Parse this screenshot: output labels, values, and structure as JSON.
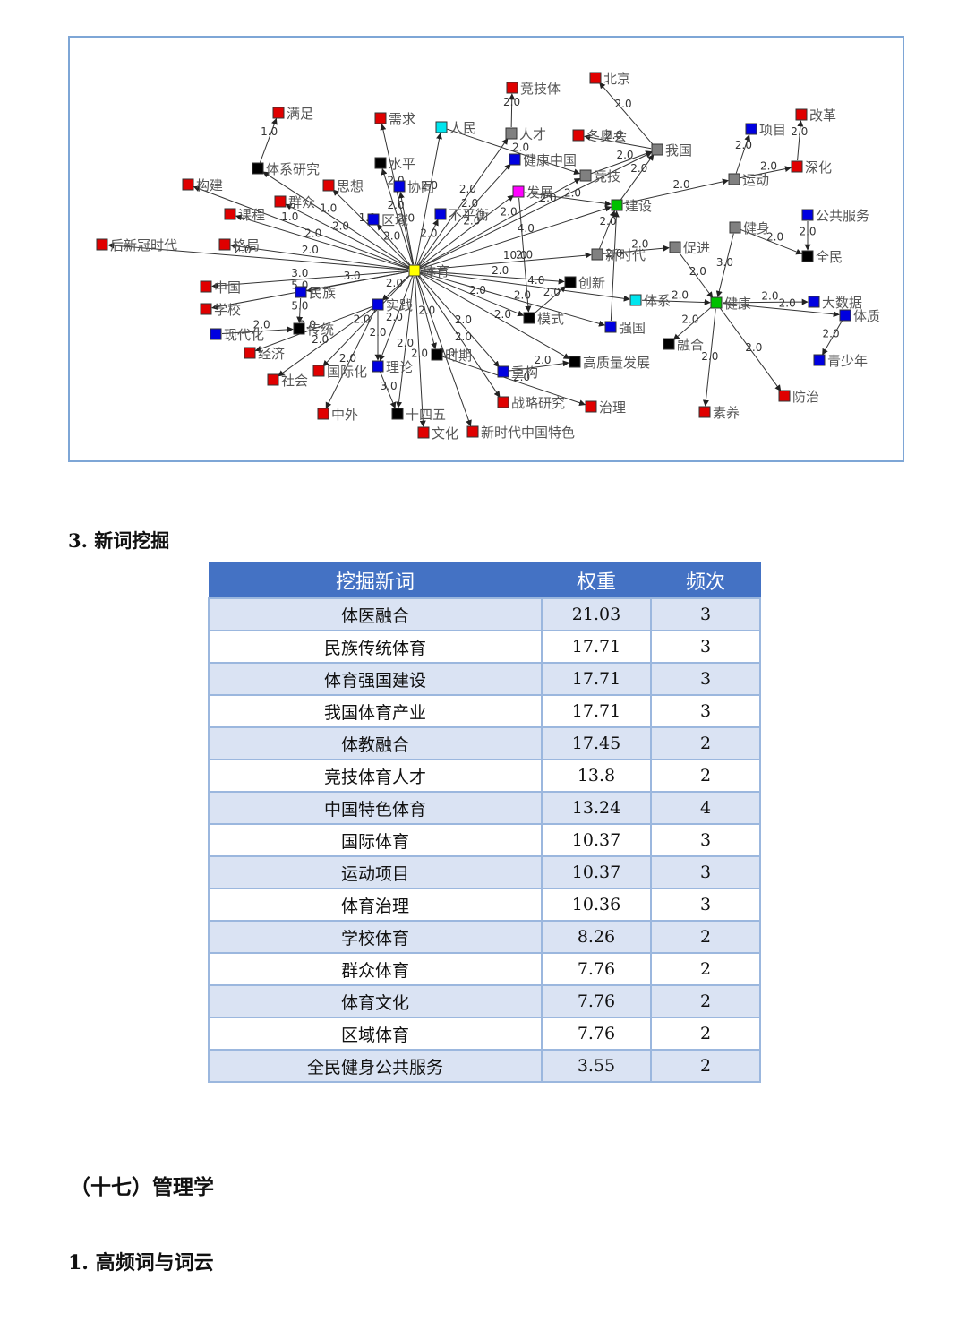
{
  "network": {
    "colors": {
      "red": "#e00000",
      "black": "#000000",
      "blue": "#0000e0",
      "gray": "#808080",
      "cyan": "#00e5ee",
      "magenta": "#ff00ff",
      "yellow": "#ffff00",
      "green": "#00c000"
    },
    "nodes": [
      {
        "id": "tiyu",
        "label": "体育",
        "color": "yellow"
      },
      {
        "id": "manzu",
        "label": "满足",
        "color": "red"
      },
      {
        "id": "xuqiu",
        "label": "需求",
        "color": "red"
      },
      {
        "id": "renmin",
        "label": "人民",
        "color": "cyan"
      },
      {
        "id": "jingjiti",
        "label": "竞技体",
        "color": "red"
      },
      {
        "id": "beijing",
        "label": "北京",
        "color": "red"
      },
      {
        "id": "rencai",
        "label": "人才",
        "color": "gray"
      },
      {
        "id": "dongaohui",
        "label": "冬奥会",
        "color": "red"
      },
      {
        "id": "xiangmu",
        "label": "项目",
        "color": "blue"
      },
      {
        "id": "gaige",
        "label": "改革",
        "color": "red"
      },
      {
        "id": "shenhua",
        "label": "深化",
        "color": "red"
      },
      {
        "id": "woguo",
        "label": "我国",
        "color": "gray"
      },
      {
        "id": "tixiyanjiu",
        "label": "体系研究",
        "color": "black"
      },
      {
        "id": "shuiping",
        "label": "水平",
        "color": "black"
      },
      {
        "id": "jiankangzhongguo",
        "label": "健康中国",
        "color": "blue"
      },
      {
        "id": "jingji",
        "label": "竞技",
        "color": "gray"
      },
      {
        "id": "yundong",
        "label": "运动",
        "color": "gray"
      },
      {
        "id": "goujian",
        "label": "构建",
        "color": "red"
      },
      {
        "id": "sixiang",
        "label": "思想",
        "color": "red"
      },
      {
        "id": "xietong",
        "label": "协同",
        "color": "blue"
      },
      {
        "id": "fazhan",
        "label": "发展",
        "color": "magenta"
      },
      {
        "id": "qunzhong",
        "label": "群众",
        "color": "red"
      },
      {
        "id": "jianshe",
        "label": "建设",
        "color": "green"
      },
      {
        "id": "gonggongfuwu",
        "label": "公共服务",
        "color": "blue"
      },
      {
        "id": "kecheng",
        "label": "课程",
        "color": "red"
      },
      {
        "id": "quyu",
        "label": "区域",
        "color": "blue"
      },
      {
        "id": "bupingheng",
        "label": "不平衡",
        "color": "blue"
      },
      {
        "id": "jianshen",
        "label": "健身",
        "color": "gray"
      },
      {
        "id": "houxinguan",
        "label": "后新冠时代",
        "color": "red"
      },
      {
        "id": "geju",
        "label": "格局",
        "color": "red"
      },
      {
        "id": "xinshidai",
        "label": "新时代",
        "color": "gray"
      },
      {
        "id": "cujin",
        "label": "促进",
        "color": "gray"
      },
      {
        "id": "quanmin",
        "label": "全民",
        "color": "black"
      },
      {
        "id": "zhongguo",
        "label": "中国",
        "color": "red"
      },
      {
        "id": "chuangxin",
        "label": "创新",
        "color": "black"
      },
      {
        "id": "minzu",
        "label": "民族",
        "color": "blue"
      },
      {
        "id": "xuexiao",
        "label": "学校",
        "color": "red"
      },
      {
        "id": "shijian",
        "label": "实践",
        "color": "blue"
      },
      {
        "id": "tixi",
        "label": "体系",
        "color": "cyan"
      },
      {
        "id": "jiankang",
        "label": "健康",
        "color": "green"
      },
      {
        "id": "dashuju",
        "label": "大数据",
        "color": "blue"
      },
      {
        "id": "tizhi",
        "label": "体质",
        "color": "blue"
      },
      {
        "id": "xiandaihua",
        "label": "现代化",
        "color": "blue"
      },
      {
        "id": "chuantong",
        "label": "传统",
        "color": "black"
      },
      {
        "id": "moshi",
        "label": "模式",
        "color": "black"
      },
      {
        "id": "qiangguo",
        "label": "强国",
        "color": "blue"
      },
      {
        "id": "jingjixue",
        "label": "经济",
        "color": "red"
      },
      {
        "id": "ronghe",
        "label": "融合",
        "color": "black"
      },
      {
        "id": "qingshaonian",
        "label": "青少年",
        "color": "blue"
      },
      {
        "id": "shiqi",
        "label": "时期",
        "color": "black"
      },
      {
        "id": "guojihua",
        "label": "国际化",
        "color": "red"
      },
      {
        "id": "lilun",
        "label": "理论",
        "color": "blue"
      },
      {
        "id": "zhonggou",
        "label": "重构",
        "color": "blue"
      },
      {
        "id": "gaozhiliang",
        "label": "高质量发展",
        "color": "black"
      },
      {
        "id": "shehui",
        "label": "社会",
        "color": "red"
      },
      {
        "id": "zhanlue",
        "label": "战略研究",
        "color": "red"
      },
      {
        "id": "zhili",
        "label": "治理",
        "color": "red"
      },
      {
        "id": "fangzhi",
        "label": "防治",
        "color": "red"
      },
      {
        "id": "zhongwai",
        "label": "中外",
        "color": "red"
      },
      {
        "id": "shisiwu",
        "label": "十四五",
        "color": "black"
      },
      {
        "id": "suyang",
        "label": "素养",
        "color": "red"
      },
      {
        "id": "wenhua",
        "label": "文化",
        "color": "red"
      },
      {
        "id": "xinshidaizhongguo",
        "label": "新时代中国特色",
        "color": "red"
      }
    ],
    "edges": [
      {
        "source": "tiyu",
        "target": "xuqiu",
        "label": "2.0"
      },
      {
        "source": "tiyu",
        "target": "renmin",
        "label": "2.0"
      },
      {
        "source": "tiyu",
        "target": "tixiyanjiu",
        "label": "1.0"
      },
      {
        "source": "tixiyanjiu",
        "target": "manzu",
        "label": "1.0"
      },
      {
        "source": "tiyu",
        "target": "goujian",
        "label": "1.0"
      },
      {
        "source": "tiyu",
        "target": "sixiang",
        "label": "1.0"
      },
      {
        "source": "tiyu",
        "target": "qunzhong",
        "label": "2.0"
      },
      {
        "source": "tiyu",
        "target": "kecheng",
        "label": "2.0"
      },
      {
        "source": "tiyu",
        "target": "houxinguan",
        "label": "2.0"
      },
      {
        "source": "tiyu",
        "target": "geju",
        "label": "2.0"
      },
      {
        "source": "tiyu",
        "target": "shuiping",
        "label": "2.0"
      },
      {
        "source": "tiyu",
        "target": "xietong",
        "label": "2.0"
      },
      {
        "source": "tiyu",
        "target": "quyu",
        "label": "2.0"
      },
      {
        "source": "tiyu",
        "target": "bupingheng",
        "label": "2.0"
      },
      {
        "source": "tiyu",
        "target": "rencai",
        "label": "2.0"
      },
      {
        "source": "rencai",
        "target": "jingjiti",
        "label": "2.0"
      },
      {
        "source": "tiyu",
        "target": "jiankangzhongguo",
        "label": "2.0"
      },
      {
        "source": "tiyu",
        "target": "fazhan",
        "label": "2.0"
      },
      {
        "source": "tiyu",
        "target": "jingji",
        "label": "2.0"
      },
      {
        "source": "tiyu",
        "target": "jianshe",
        "label": "4.0"
      },
      {
        "source": "tiyu",
        "target": "woguo",
        "label": "2.0"
      },
      {
        "source": "tiyu",
        "target": "xinshidai",
        "label": "10.0"
      },
      {
        "source": "tiyu",
        "target": "chuangxin",
        "label": "2.0"
      },
      {
        "source": "tiyu",
        "target": "tixi",
        "label": "4.0"
      },
      {
        "source": "tiyu",
        "target": "minzu",
        "label": "3.0"
      },
      {
        "source": "tiyu",
        "target": "zhongguo",
        "label": "3.0"
      },
      {
        "source": "tiyu",
        "target": "xuexiao",
        "label": "5.0"
      },
      {
        "source": "tiyu",
        "target": "shijian",
        "label": "2.0"
      },
      {
        "source": "tiyu",
        "target": "moshi",
        "label": "2.0"
      },
      {
        "source": "tiyu",
        "target": "qiangguo",
        "label": "2.0"
      },
      {
        "source": "tiyu",
        "target": "shiqi",
        "label": "2.0"
      },
      {
        "source": "tiyu",
        "target": "lilun",
        "label": "2.0"
      },
      {
        "source": "tiyu",
        "target": "zhonggou",
        "label": "2.0"
      },
      {
        "source": "tiyu",
        "target": "gaozhiliang",
        "label": "2.0"
      },
      {
        "source": "tiyu",
        "target": "zhanlue",
        "label": "2.0"
      },
      {
        "source": "tiyu",
        "target": "guojihua",
        "label": "2.0"
      },
      {
        "source": "tiyu",
        "target": "shisiwu",
        "label": "2.0"
      },
      {
        "source": "tiyu",
        "target": "wenhua",
        "label": "2.0"
      },
      {
        "source": "tiyu",
        "target": "xinshidaizhongguo",
        "label": "2.0"
      },
      {
        "source": "minzu",
        "target": "chuantong",
        "label": "5.0"
      },
      {
        "source": "xiandaihua",
        "target": "chuantong",
        "label": "2.0"
      },
      {
        "source": "jingji",
        "target": "woguo",
        "label": "2.0"
      },
      {
        "source": "woguo",
        "target": "beijing",
        "label": "2.0"
      },
      {
        "source": "woguo",
        "target": "dongaohui",
        "label": "2.0"
      },
      {
        "source": "jianshe",
        "target": "yundong",
        "label": "2.0"
      },
      {
        "source": "yundong",
        "target": "xiangmu",
        "label": "2.0"
      },
      {
        "source": "yundong",
        "target": "shenhua",
        "label": "2.0"
      },
      {
        "source": "shenhua",
        "target": "gaige",
        "label": "2.0"
      },
      {
        "source": "xinshidai",
        "target": "jianshe",
        "label": "2.0"
      },
      {
        "source": "cujin",
        "target": "jiankang",
        "label": "2.0"
      },
      {
        "source": "jianshen",
        "target": "quanmin",
        "label": "2.0"
      },
      {
        "source": "gonggongfuwu",
        "target": "quanmin",
        "label": "2.0"
      },
      {
        "source": "jianshen",
        "target": "jiankang",
        "label": "3.0"
      },
      {
        "source": "tixi",
        "target": "jiankang",
        "label": "2.0"
      },
      {
        "source": "jiankang",
        "target": "dashuju",
        "label": "2.0"
      },
      {
        "source": "jiankang",
        "target": "tizhi",
        "label": "2.0"
      },
      {
        "source": "tizhi",
        "target": "qingshaonian",
        "label": "2.0"
      },
      {
        "source": "jiankang",
        "target": "fangzhi",
        "label": "2.0"
      },
      {
        "source": "jiankang",
        "target": "suyang",
        "label": "2.0"
      },
      {
        "source": "jiankang",
        "target": "ronghe",
        "label": "2.0"
      },
      {
        "source": "qiangguo",
        "target": "jianshe",
        "label": "2.0"
      },
      {
        "source": "moshi",
        "target": "chuangxin",
        "label": "2.0"
      },
      {
        "source": "zhonggou",
        "target": "gaozhiliang",
        "label": "2.0"
      },
      {
        "source": "shiqi",
        "target": "zhili",
        "label": "2.0"
      },
      {
        "source": "shijian",
        "target": "shehui",
        "label": "2.0"
      },
      {
        "source": "shijian",
        "target": "lilun",
        "label": "2.0"
      },
      {
        "source": "shijian",
        "target": "zhongwai",
        "label": "2.0"
      },
      {
        "source": "shijian",
        "target": "jingjixue",
        "label": "2.0"
      },
      {
        "source": "lilun",
        "target": "shisiwu",
        "label": "3.0"
      },
      {
        "source": "renmin",
        "target": "jingji",
        "label": "2.0"
      },
      {
        "source": "fazhan",
        "target": "jianshe",
        "label": "2.0"
      },
      {
        "source": "fazhan",
        "target": "moshi",
        "label": "2.0"
      },
      {
        "source": "xinshidai",
        "target": "cujin",
        "label": "2.0"
      },
      {
        "source": "jianshe",
        "target": "woguo",
        "label": "2.0"
      }
    ]
  },
  "sections": {
    "new_words_title": "3. 新词挖掘",
    "management_title": "（十七）管理学",
    "high_freq_title": "1. 高频词与词云"
  },
  "table": {
    "headers": [
      "挖掘新词",
      "权重",
      "频次"
    ],
    "rows": [
      [
        "体医融合",
        "21.03",
        "3"
      ],
      [
        "民族传统体育",
        "17.71",
        "3"
      ],
      [
        "体育强国建设",
        "17.71",
        "3"
      ],
      [
        "我国体育产业",
        "17.71",
        "3"
      ],
      [
        "体教融合",
        "17.45",
        "2"
      ],
      [
        "竞技体育人才",
        "13.8",
        "2"
      ],
      [
        "中国特色体育",
        "13.24",
        "4"
      ],
      [
        "国际体育",
        "10.37",
        "3"
      ],
      [
        "运动项目",
        "10.37",
        "3"
      ],
      [
        "体育治理",
        "10.36",
        "3"
      ],
      [
        "学校体育",
        "8.26",
        "2"
      ],
      [
        "群众体育",
        "7.76",
        "2"
      ],
      [
        "体育文化",
        "7.76",
        "2"
      ],
      [
        "区域体育",
        "7.76",
        "2"
      ],
      [
        "全民健身公共服务",
        "3.55",
        "2"
      ]
    ]
  }
}
